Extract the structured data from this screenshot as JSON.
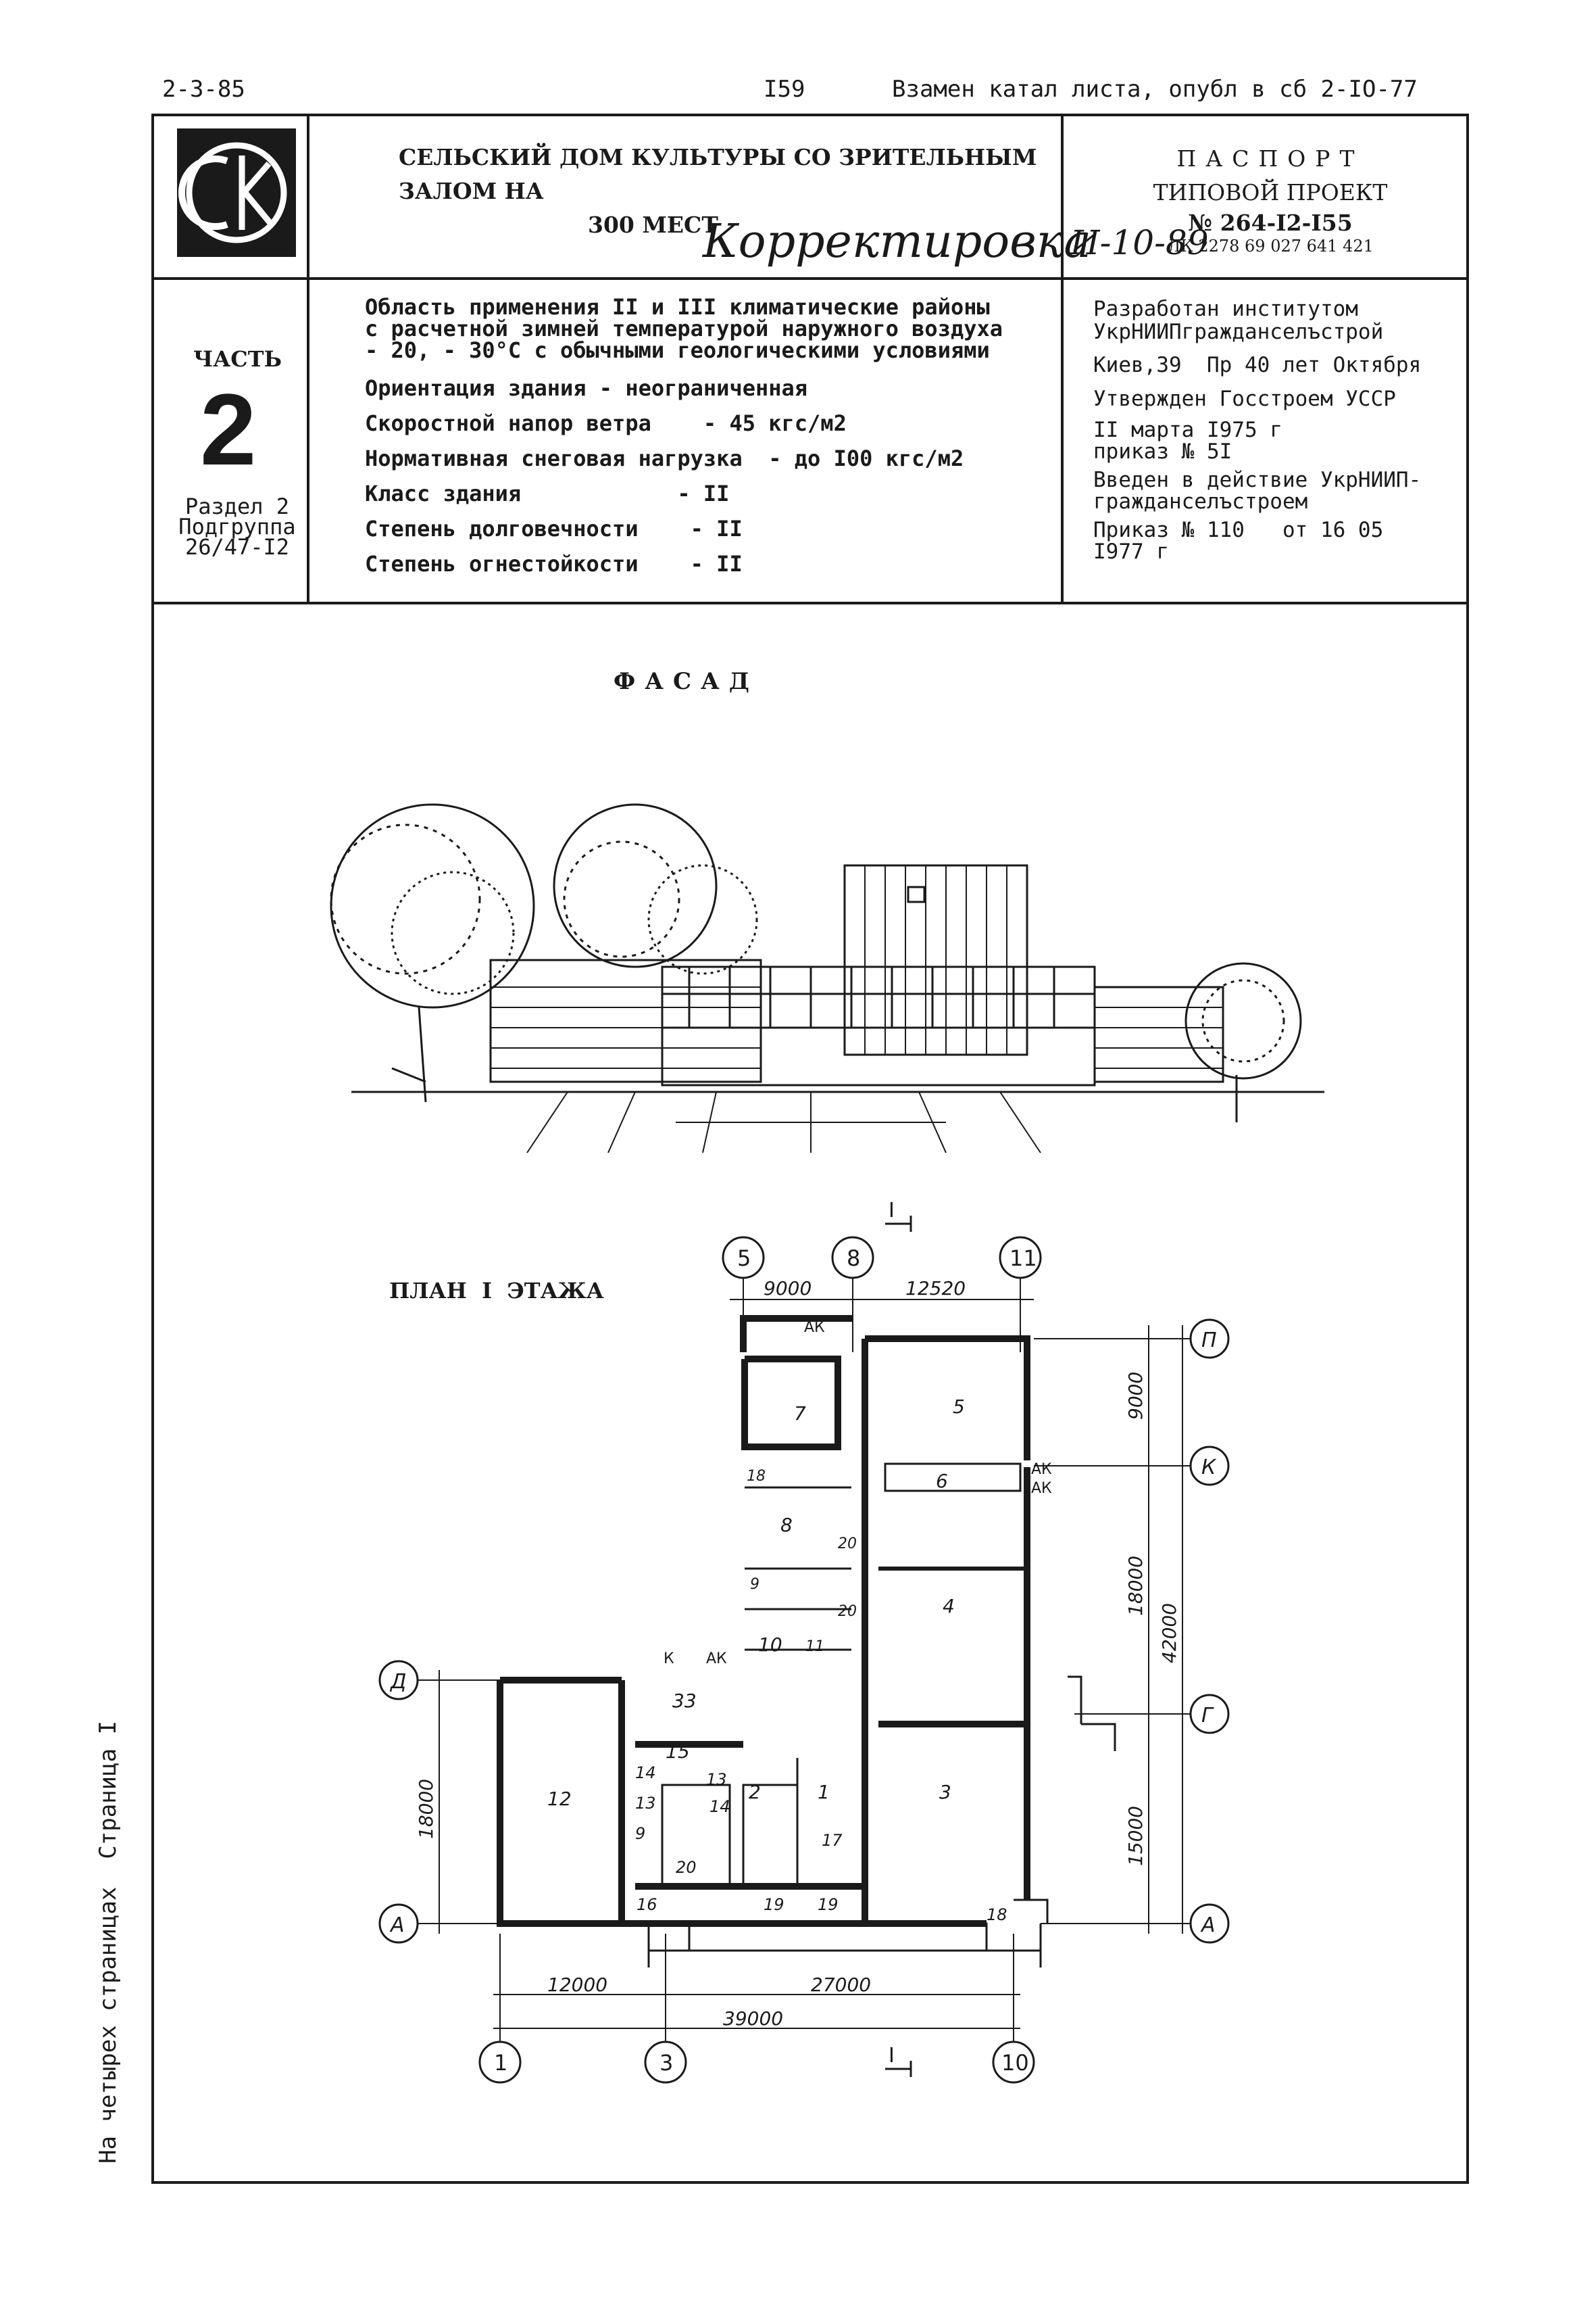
{
  "header": {
    "left_code": "2-3-85",
    "page_number": "I59",
    "replacement_note": "Взамен катал листа, опубл в сб 2-IO-77"
  },
  "logo": {
    "letters": "СК"
  },
  "title_block": {
    "title_line1": "СЕЛЬСКИЙ ДОМ КУЛЬТУРЫ СО ЗРИТЕЛЬНЫМ ЗАЛОМ НА",
    "title_line2": "300 МЕСТ",
    "handwritten_correction": "Корректировка",
    "handwritten_date": "И-10-89",
    "passport": "ПАСПОРТ",
    "project_type": "ТИПОВОЙ ПРОЕКТ",
    "project_number": "№ 264-I2-I55",
    "code_number": "ЛК 2278 69 027 641 421"
  },
  "part": {
    "label": "ЧАСТЬ",
    "number": "2",
    "section": "Раздел 2",
    "subgroup_label": "Подгруппа",
    "subgroup_value": "26/47-I2"
  },
  "specs": {
    "applicability_1": "Область применения  II и III климатические районы",
    "applicability_2": "с расчетной зимней температурой наружного воздуха",
    "applicability_3": "- 20, - 30°С с обычными геологическими условиями",
    "orientation": "Ориентация здания - неограниченная",
    "wind": "Скоростной напор ветра    - 45 кгс/м2",
    "snow": "Нормативная снеговая нагрузка  - до I00 кгс/м2",
    "building_class": "Класс здания            - II",
    "durability": "Степень долговечности    - II",
    "fire": "Степень огнестойкости    - II"
  },
  "developer": {
    "line1": "Разработан институтом",
    "line2": "УкрНИИПгражданселъстрой",
    "line3": "Киев,39  Пр 40 лет Октября",
    "line4": "Утвержден Госстроем УССР",
    "line5": "II марта I975 г",
    "line6": "приказ № 5I",
    "line7": "Введен в действие УкрНИИП-",
    "line8": "гражданселъстроем",
    "line9": "Приказ № 110   от 16 05",
    "line10": "I977 г"
  },
  "facade": {
    "title": "ФАСАД"
  },
  "plan": {
    "title": "ПЛАН  I  ЭТАЖА",
    "axes_top": [
      "5",
      "8",
      "11"
    ],
    "axes_bottom": [
      "1",
      "3",
      "10"
    ],
    "axes_right": [
      "П",
      "К",
      "Г",
      "А"
    ],
    "axes_left": [
      "Д",
      "А"
    ],
    "dims_top": [
      "9000",
      "12520"
    ],
    "dims_bottom": [
      "12000",
      "27000",
      "39000"
    ],
    "dims_right": [
      "9000",
      "18000",
      "42000",
      "15000"
    ],
    "dims_left": [
      "18000"
    ],
    "section_mark": "I",
    "entrance_marks": [
      "АК",
      "АК",
      "АК",
      "К",
      "АК"
    ],
    "rooms": [
      "7",
      "5",
      "18",
      "8",
      "20",
      "6",
      "4",
      "9",
      "20",
      "10",
      "11",
      "33",
      "15",
      "14",
      "13",
      "13",
      "14",
      "12",
      "2",
      "1",
      "3",
      "9",
      "17",
      "16",
      "20",
      "19",
      "19",
      "18"
    ]
  },
  "side_note": "На четырех страницах  Страница I"
}
